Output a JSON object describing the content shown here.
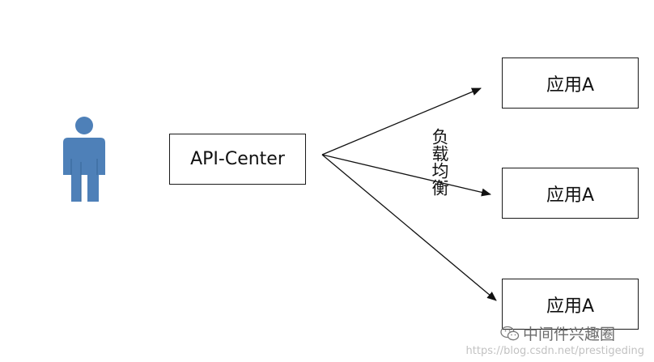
{
  "diagram": {
    "nodes": {
      "api_center": "API-Center",
      "apps": [
        "应用A",
        "应用A",
        "应用A"
      ]
    },
    "edge_label": "负载均衡",
    "person_icon": "person-icon",
    "colors": {
      "person": "#4e80b8",
      "line": "#111111",
      "box_border": "#1a1a1a"
    }
  },
  "watermark": {
    "brand": "中间件兴趣圈",
    "url": "https://blog.csdn.net/prestigeding",
    "icon": "wechat-icon"
  }
}
